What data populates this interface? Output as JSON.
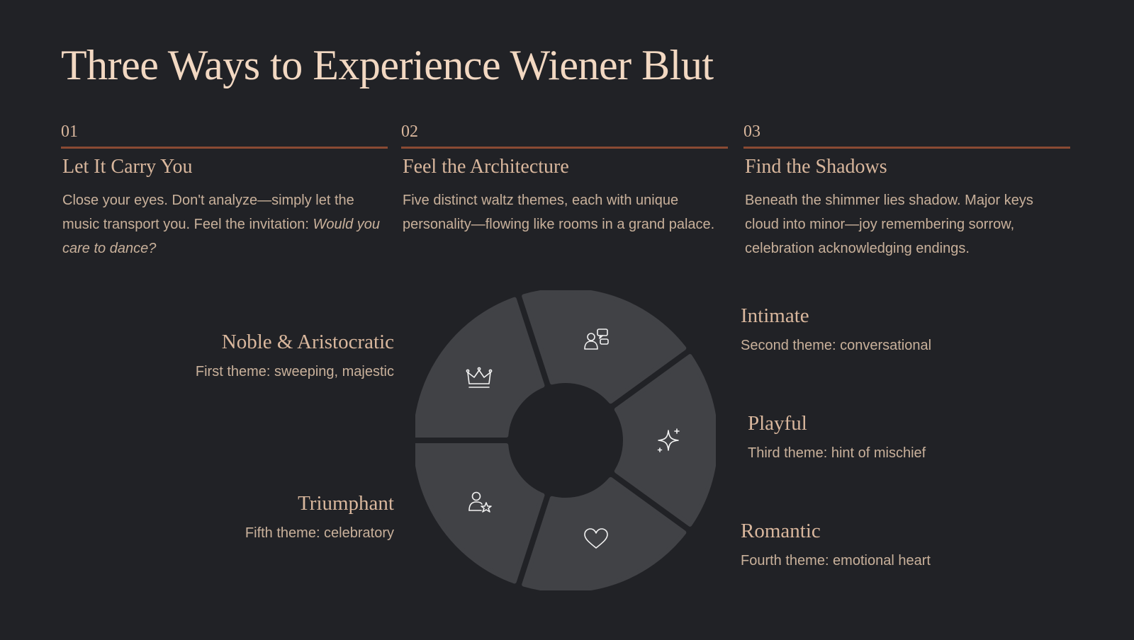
{
  "title": "Three Ways to Experience Wiener Blut",
  "columns": [
    {
      "number": "01",
      "heading": "Let It Carry You",
      "body": "Close your eyes. Don't analyze—simply let the music transport you. Feel the invitation: ",
      "body_em": "Would you care to dance?"
    },
    {
      "number": "02",
      "heading": "Feel the Architecture",
      "body": "Five distinct waltz themes, each with unique personality—flowing like rooms in a grand palace.",
      "body_em": ""
    },
    {
      "number": "03",
      "heading": "Find the Shadows",
      "body": "Beneath the shimmer lies shadow. Major keys cloud into minor—joy remembering sorrow, celebration acknowledging endings.",
      "body_em": ""
    }
  ],
  "themes": [
    {
      "title": "Noble & Aristocratic",
      "desc": "First theme: sweeping, majestic",
      "icon": "crown-icon"
    },
    {
      "title": "Intimate",
      "desc": "Second theme: conversational",
      "icon": "conversation-icon"
    },
    {
      "title": "Playful",
      "desc": "Third theme: hint of mischief",
      "icon": "sparkle-icon"
    },
    {
      "title": "Romantic",
      "desc": "Fourth theme: emotional heart",
      "icon": "heart-icon"
    },
    {
      "title": "Triumphant",
      "desc": "Fifth theme: celebratory",
      "icon": "person-star-icon"
    }
  ],
  "colors": {
    "background": "#212226",
    "title": "#f2d8c2",
    "accent_rule": "#8a4a33",
    "segment": "#414246",
    "icon": "#f2f2f2"
  }
}
